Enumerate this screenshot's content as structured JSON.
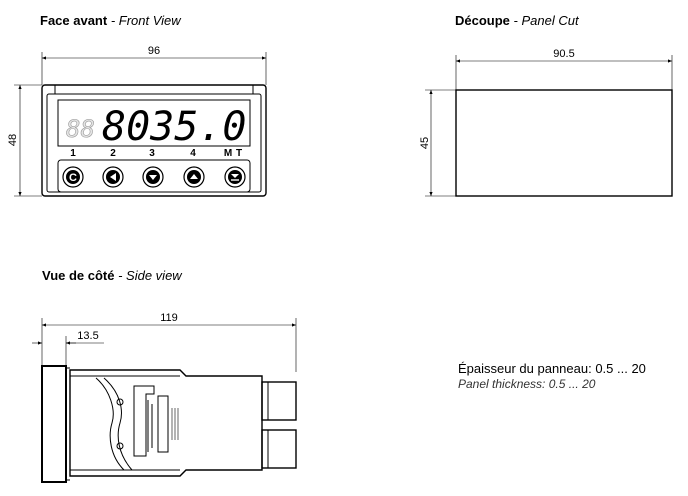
{
  "front_view": {
    "title_fr": "Face avant",
    "title_sep": " - ",
    "title_en": "Front View",
    "width_dim": "96",
    "height_dim": "48",
    "display_value": "8035.0",
    "ghost_digits": "88",
    "key_labels": [
      "1",
      "2",
      "3",
      "4",
      "M",
      "T"
    ],
    "buttons": [
      "clear-button",
      "left-button",
      "down-button",
      "up-button",
      "enter-button"
    ],
    "clear_glyph": "C"
  },
  "panel_cut": {
    "title_fr": "Découpe",
    "title_sep": " - ",
    "title_en": "Panel Cut",
    "width_dim": "90.5",
    "height_dim": "45"
  },
  "side_view": {
    "title_fr": "Vue de côté",
    "title_sep": " - ",
    "title_en": "Side view",
    "length_dim": "119",
    "bezel_dim": "13.5"
  },
  "panel_note": {
    "fr": "Épaisseur du panneau: 0.5 ... 20",
    "en": "Panel thickness: 0.5 ... 20"
  }
}
